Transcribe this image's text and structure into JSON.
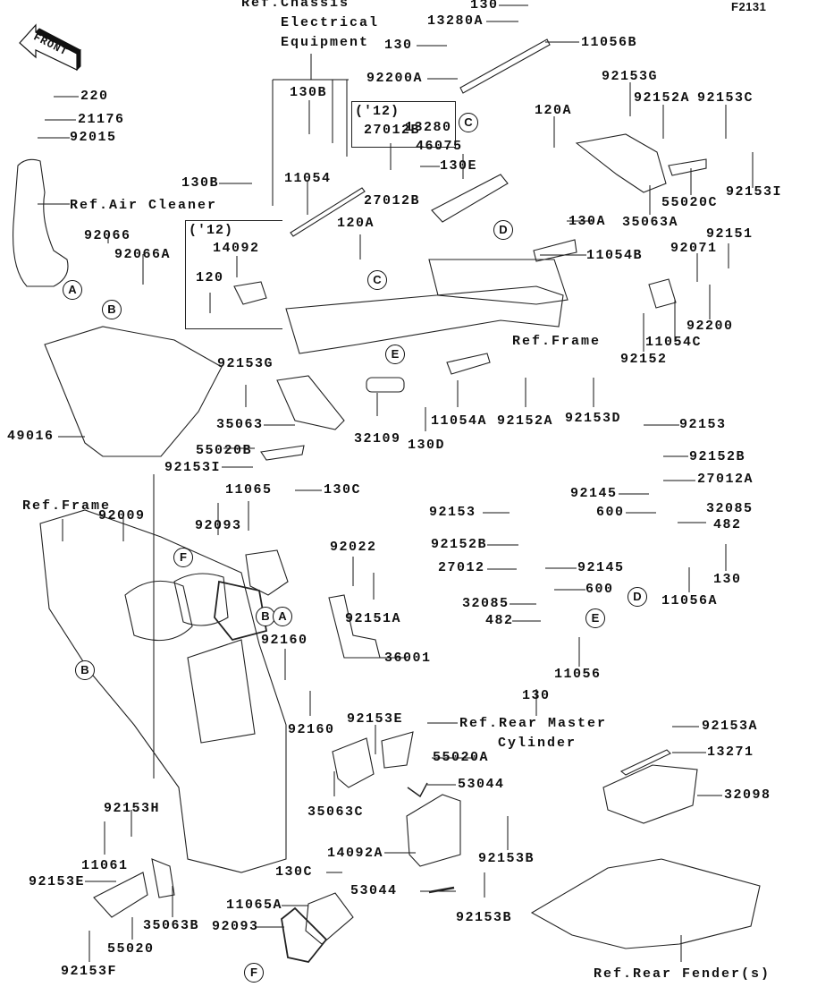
{
  "figure_id": "F2131",
  "front_indicator": "FRONT",
  "variant_boxes": [
    {
      "year_label": "('12)",
      "part": "13280"
    },
    {
      "year_label": "('12)",
      "part": "14092"
    }
  ],
  "reference_labels": {
    "chassis_electrical": [
      "Ref.Chassis",
      "Electrical",
      "Equipment"
    ],
    "air_cleaner": "Ref.Air Cleaner",
    "frame_upper": "Ref.Frame",
    "frame_main": "Ref.Frame",
    "rear_master_cylinder": [
      "Ref.Rear Master",
      "Cylinder"
    ],
    "rear_fender": "Ref.Rear Fender(s)"
  },
  "callouts": [
    "A",
    "B",
    "B",
    "B",
    "C",
    "C",
    "D",
    "D",
    "E",
    "E",
    "F",
    "F"
  ],
  "parts": [
    "130",
    "13280A",
    "11056B",
    "130",
    "92200A",
    "220",
    "21176",
    "92015",
    "130B",
    "130B",
    "11054",
    "27012B",
    "120A",
    "46075",
    "130E",
    "27012B",
    "120A",
    "92153G",
    "92152A",
    "92153C",
    "92153I",
    "55020C",
    "35063A",
    "130A",
    "11054B",
    "92151",
    "92071",
    "92200",
    "11054C",
    "92152",
    "92066",
    "92066A",
    "14092",
    "120",
    "49016",
    "92153G",
    "35063",
    "32109",
    "55020B",
    "92153I",
    "11054A",
    "130D",
    "92152A",
    "92153D",
    "92153",
    "92152B",
    "27012A",
    "92145",
    "600",
    "32085",
    "482",
    "130",
    "11056A",
    "92153",
    "92152B",
    "27012",
    "92145",
    "600",
    "32085",
    "482",
    "130",
    "11056",
    "92009",
    "11065",
    "130C",
    "92093",
    "92022",
    "92151A",
    "92160",
    "36001",
    "92160",
    "92153E",
    "55020A",
    "53044",
    "35063C",
    "14092A",
    "92153B",
    "92153B",
    "53044",
    "92153H",
    "11061",
    "92153E",
    "55020",
    "35063B",
    "92153F",
    "130C",
    "11065A",
    "92093",
    "92153A",
    "13271",
    "32098"
  ]
}
